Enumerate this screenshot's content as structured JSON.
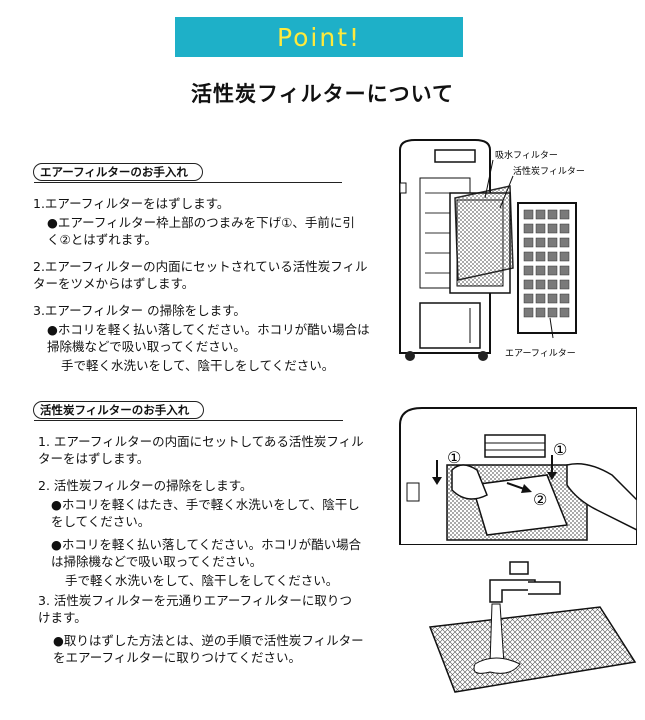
{
  "banner": {
    "text": "Point!"
  },
  "title": "活性炭フィルターについて",
  "section1": {
    "heading": "エアーフィルターのお手入れ",
    "steps": [
      {
        "text": "1.エアーフィルターをはずします。",
        "notes": [
          "●エアーフィルター枠上部のつまみを下げ①、手前に引く②とはずれます。"
        ]
      },
      {
        "text": "2.エアーフィルターの内面にセットされている活性炭フィルターをツメからはずします。",
        "notes": []
      },
      {
        "text": "3.エアーフィルター の掃除をします。",
        "notes": [
          "●ホコリを軽く払い落してください。ホコリが酷い場合は掃除機などで吸い取ってください。",
          "手で軽く水洗いをして、陰干しをしてください。"
        ]
      }
    ]
  },
  "section2": {
    "heading": "活性炭フィルターのお手入れ",
    "steps": [
      {
        "text": "1. エアーフィルターの内面にセットしてある活性炭フィルターをはずします。",
        "notes": []
      },
      {
        "text": "2. 活性炭フィルターの掃除をします。",
        "notes": [
          "●ホコリを軽くはたき、手で軽く水洗いをして、陰干しをしてください。",
          "●ホコリを軽く払い落してください。ホコリが酷い場合は掃除機などで吸い取ってください。",
          "手で軽く水洗いをして、陰干しをしてください。"
        ]
      },
      {
        "text": "3. 活性炭フィルターを元通りエアーフィルターに取りつけます。",
        "notes": [
          "●取りはずした方法とは、逆の手順で活性炭フィルターをエアーフィルターに取りつけてください。"
        ]
      }
    ]
  },
  "figure1": {
    "label_water_filter": "吸水フィルター",
    "label_carbon_filter": "活性炭フィルター",
    "label_air_filter": "エアーフィルター"
  },
  "figure2": {
    "marker_1": "①",
    "marker_2": "②"
  }
}
